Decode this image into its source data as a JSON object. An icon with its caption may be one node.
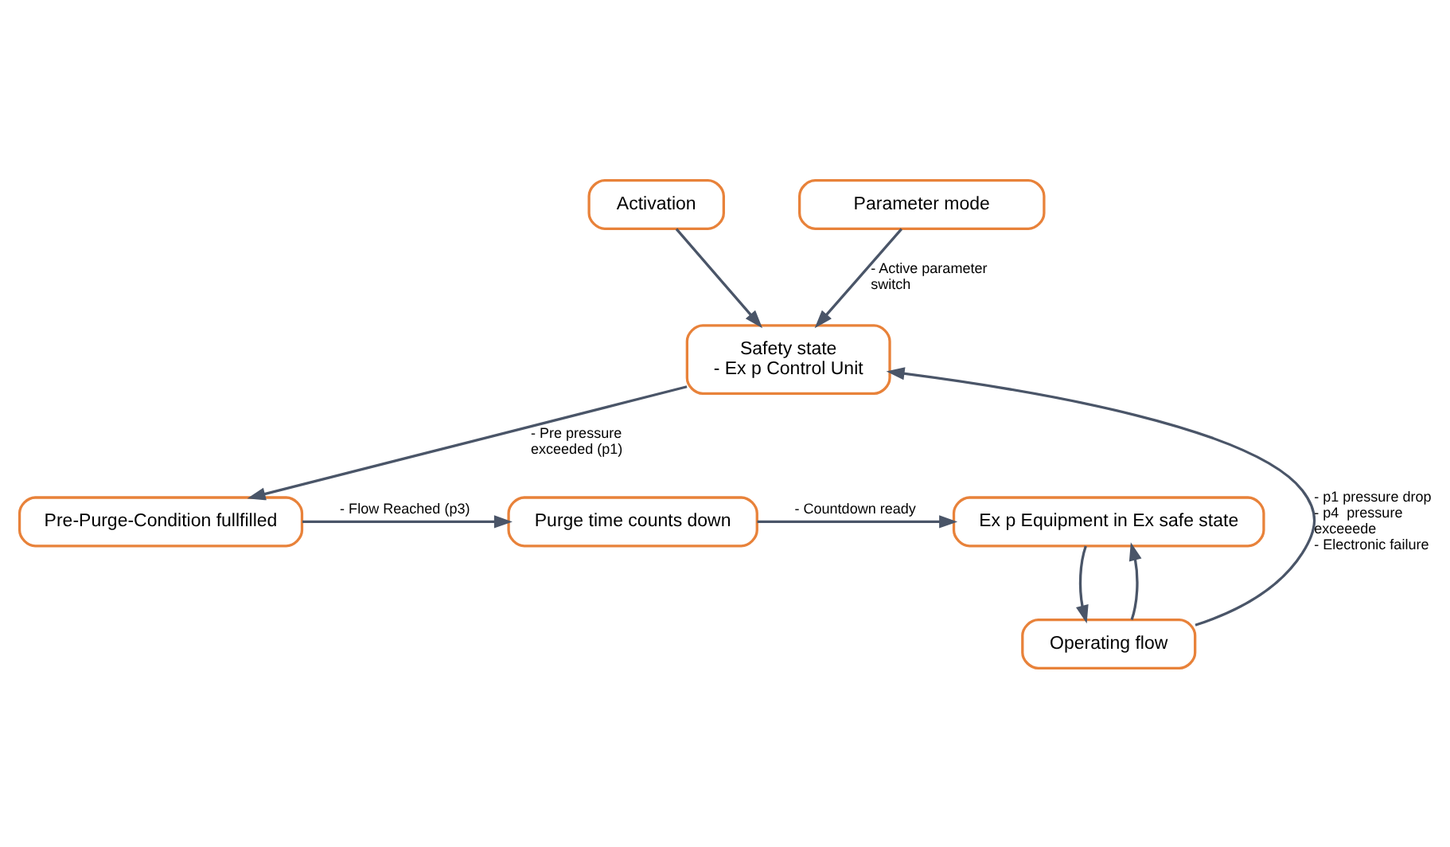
{
  "diagram": {
    "nodes": [
      {
        "text": [
          "Activation"
        ]
      },
      {
        "text": [
          "Parameter mode"
        ]
      },
      {
        "text": [
          "Safety state",
          "- Ex p Control Unit"
        ]
      },
      {
        "text": [
          "Operating flow"
        ]
      },
      {
        "text": [
          "Pre-Purge-Condition fullfilled"
        ]
      },
      {
        "text": [
          "Purge time counts down"
        ]
      },
      {
        "text": [
          "Ex p Equipment in Ex safe state"
        ]
      }
    ],
    "edges": [
      {
        "from": 0,
        "to": 2,
        "arrow": "to"
      },
      {
        "from": 1,
        "to": 2,
        "arrow": "to",
        "label": "- Active parameter switch"
      },
      {
        "from": 3,
        "to": 2,
        "arrow": "to",
        "label": "- p1 pressure drop - p4  pressure exceeede - Electronic failure"
      },
      {
        "from": 2,
        "to": 4,
        "arrow": "to",
        "label": "- Pre pressure exceeded (p1)"
      },
      {
        "from": 4,
        "to": 5,
        "arrow": "to",
        "label": "- Flow Reached (p3)"
      },
      {
        "from": 5,
        "to": 6,
        "arrow": "to",
        "label": "- Countdown ready"
      },
      {
        "from": 3,
        "to": 6,
        "arrow": "to"
      },
      {
        "from": 6,
        "to": 3,
        "arrow": "to"
      }
    ]
  }
}
